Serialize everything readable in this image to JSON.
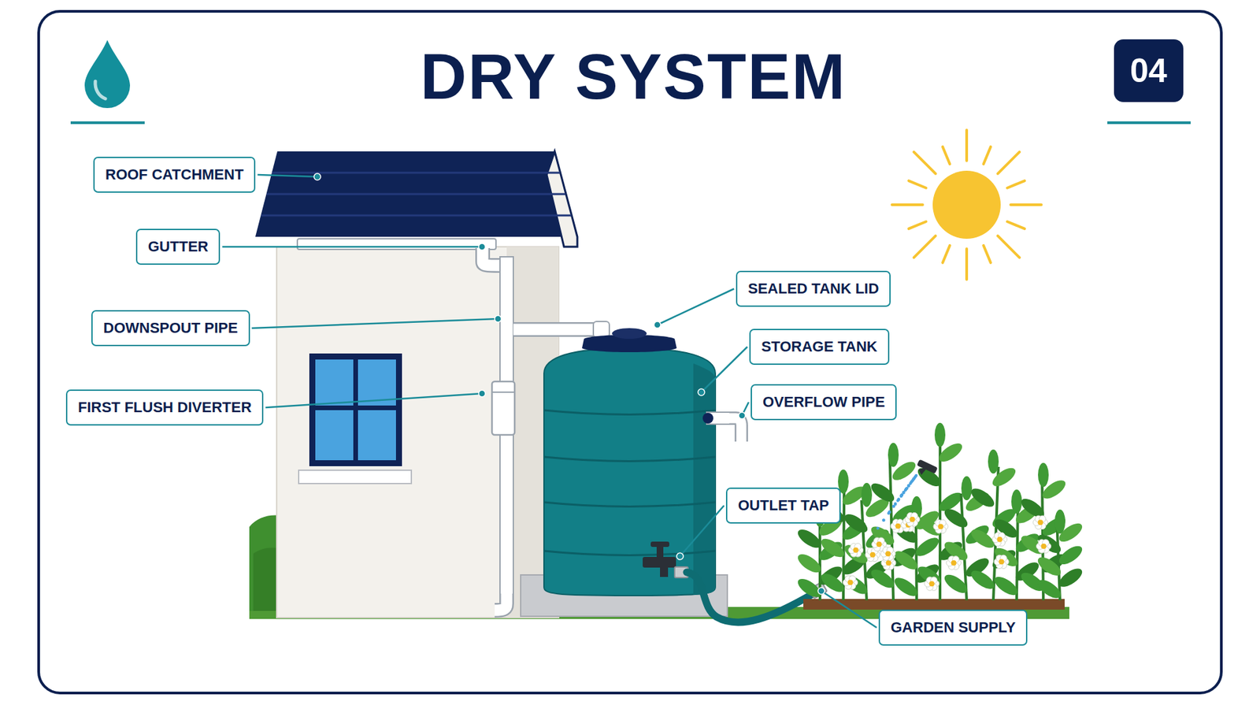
{
  "diagram": {
    "title": "DRY SYSTEM",
    "nodes": [
      {
        "text": [
          "04"
        ]
      },
      {
        "text": [
          "ROOF CATCHMENT"
        ]
      },
      {
        "text": [
          "GUTTER"
        ]
      },
      {
        "text": [
          "SEALED TANK LID"
        ]
      },
      {
        "text": [
          "DOWNSPOUT PIPE"
        ]
      },
      {
        "text": [
          "STORAGE TANK"
        ]
      },
      {
        "text": [
          "FIRST FLUSH DIVERTER"
        ]
      },
      {
        "text": [
          "OVERFLOW PIPE"
        ]
      },
      {
        "text": [
          "OUTLET TAP"
        ]
      },
      {
        "text": [
          "GARDEN SUPPLY"
        ]
      }
    ]
  }
}
